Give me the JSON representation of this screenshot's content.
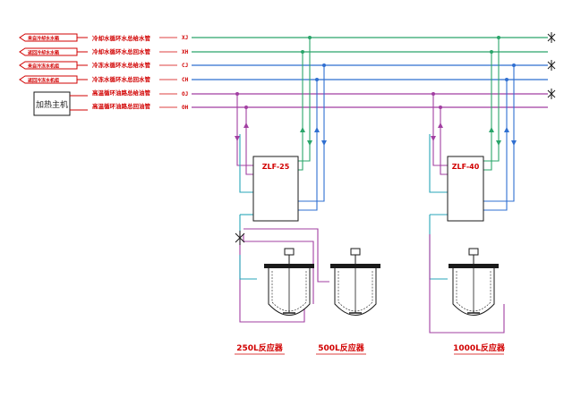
{
  "sources": [
    "来自冷却水水箱",
    "返回冷却水水箱",
    "来自冷冻水机组",
    "返回冷冻水机组"
  ],
  "heater_label": "加热主机",
  "pipes": [
    {
      "name": "冷却水循环水总给水管",
      "code": "XJ",
      "color": "#2aa56a"
    },
    {
      "name": "冷却水循环水总回水管",
      "code": "XH",
      "color": "#2aa56a"
    },
    {
      "name": "冷冻水循环水总给水管",
      "code": "CJ",
      "color": "#2f6fd1"
    },
    {
      "name": "冷冻水循环水总回水管",
      "code": "CH",
      "color": "#2f6fd1"
    },
    {
      "name": "高温循环油路总给油管",
      "code": "OJ",
      "color": "#a23fa2"
    },
    {
      "name": "高温循环油路总回油管",
      "code": "OH",
      "color": "#a23fa2"
    }
  ],
  "units": [
    {
      "label": "ZLF-25"
    },
    {
      "label": "ZLF-40"
    }
  ],
  "reactors": [
    {
      "label": "250L反应器"
    },
    {
      "label": "500L反应器"
    },
    {
      "label": "1000L反应器"
    }
  ],
  "colors": {
    "green": "#2aa56a",
    "blue": "#2f6fd1",
    "purple": "#a23fa2",
    "red": "#d10000",
    "cyan": "#27a6b8"
  }
}
